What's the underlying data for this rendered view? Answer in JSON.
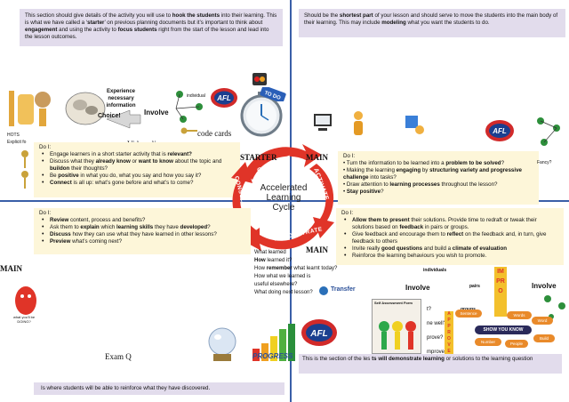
{
  "top_left_box": {
    "text_a": "This section should give details of the activity you will use to ",
    "text_b": "hook the students",
    "text_c": " into their learning.  This is what we have called a ‘",
    "text_d": "starter",
    "text_e": "’ on previous planning documents but it’s important to think about ",
    "text_f": "engagement",
    "text_g": " and using the activity to ",
    "text_h": "focus students",
    "text_i": " right from the start of the lesson and lead into the lesson outcomes."
  },
  "top_right_box": {
    "text_a": "Should be the ",
    "text_b": "shortest part",
    "text_c": " of your lesson and should serve to move the students into the main body of their learning.  This may include ",
    "text_d": "modeling",
    "text_e": " what you want the students to do."
  },
  "starter_box": {
    "heading": "Do I:",
    "items": [
      {
        "pre": "Engage learners in a short starter activity that is ",
        "b1": "relevant?",
        "mid": "",
        "b2": "",
        "post": ""
      },
      {
        "pre": "Discuss what they ",
        "b1": "already know",
        "mid": " or ",
        "b2": "want to know",
        "post": " about the topic and "
      },
      {
        "pre": "Be ",
        "b1": "positive",
        "mid": " in what you do, what you say and how you say it?",
        "b2": "",
        "post": ""
      },
      {
        "pre": "",
        "b1": "Connect",
        "mid": " is all up: what’s gone before and what’s to come?",
        "b2": "",
        "post": ""
      }
    ],
    "item2_bold_end": "buildon",
    "item2_tail": " their thoughts?"
  },
  "review_box": {
    "heading": "Do I:",
    "items": [
      {
        "b": "Review",
        "t": " content, process and benefits?"
      },
      {
        "pre": "Ask them to ",
        "b": "explain",
        "t": " which ",
        "b2": "learning skills",
        "t2": " they have ",
        "b3": "developed",
        "t3": "?"
      },
      {
        "b": "Discuss",
        "t": " how they can use what they have learned in other lessons?"
      },
      {
        "b": "Preview",
        "t": " what’s coming next?"
      }
    ]
  },
  "main_box": {
    "heading": "Do I:",
    "items": [
      {
        "pre": "Turn the information to be learned into a ",
        "b": "problem to be solved",
        "post": "?"
      },
      {
        "pre": "Making the learning ",
        "b": "engaging",
        "mid": " by ",
        "b2": "structuring variety and progressive challenge",
        "post": " into tasks?"
      },
      {
        "pre": "Draw attention to ",
        "b": "learning processes",
        "post": " throughout the lesson?"
      },
      {
        "pre": "",
        "b": "Stay positive",
        "post": "?"
      }
    ]
  },
  "demonstrate_box": {
    "items": [
      {
        "b": "Allow them to present",
        "t": " their solutions.  Provide time to redraft or tweak their solutions based on ",
        "b2": "feedback",
        "t2": " in pairs or groups."
      },
      {
        "pre": "Give feedback and encourage them to ",
        "b": "reflect",
        "t": " on the feedback and, in turn, give feedback to others"
      },
      {
        "pre": "Invite really ",
        "b": "good questions",
        "t": " and build a ",
        "b2": "climate of evaluation"
      },
      {
        "pre": "Reinforce the learning behaviours you wish to promote."
      }
    ]
  },
  "bottom_right_box": {
    "text_a": "This is the section of the les",
    "text_b": "ts will demonstrate learning",
    "text_c": " or solutions to the learning question"
  },
  "bottom_left_box": {
    "text": "Is where students will be able to reinforce what they have discovered."
  },
  "cycle": {
    "center": [
      "Accelerated",
      "Learning",
      "Cycle"
    ],
    "connect": "CONNECT",
    "activate": "ACTIVATE",
    "demonstrate": "DEMONSTRATE",
    "consolidate": "CONSOLIDATE",
    "colors": {
      "arrow": "#e03428",
      "text": "#222222"
    }
  },
  "stage_labels": {
    "starter": "STARTER",
    "main_top": "MAIN",
    "main_mid": "MAIN",
    "main_left": "MAIN"
  },
  "clip_labels": {
    "video_clips": "Video clips",
    "code_cards": "code cards",
    "exam_q": "Exam Q",
    "experience": [
      "Experience",
      "necessary",
      "information"
    ],
    "choice": "Choice!",
    "involve_left": "Involve",
    "individual": "individual",
    "hots": "HOTS",
    "explicit": "Explicit fo",
    "to_do": "TO DO",
    "involve_right1": "Involve",
    "involve_right2": "Involve",
    "individuals": "individuals",
    "pairs": "pairs",
    "groups": "groups",
    "transfer": "Transfer",
    "progress": "PROGRESS",
    "self_assessment": "Self Assessment Form",
    "show_you_know": "SHOW YOU KNOW",
    "improve": "IMPRO",
    "approve": "APPROVE",
    "fancy": "Fancy?",
    "afl": "AFL",
    "red_mascot": "what you'll be",
    "red_mascot2": "DOING?",
    "word_tags": [
      "Sentence",
      "Words",
      "Word",
      "Number",
      "People",
      "Build"
    ],
    "question_stubs": [
      "t?",
      "ne well?",
      "prove?",
      "mprove it?"
    ],
    "review_questions": [
      {
        "pre": "What learned",
        "b": "",
        "post": ""
      },
      {
        "pre": "",
        "b": "How",
        "post": " learned it?"
      },
      {
        "pre": "How ",
        "b": "remember",
        "post": " what learnt today?"
      },
      {
        "pre": "How what we learned is useful elsewhere?",
        "b": "",
        "post": ""
      },
      {
        "pre": "What doing next lesson?",
        "b": "",
        "post": ""
      }
    ]
  }
}
